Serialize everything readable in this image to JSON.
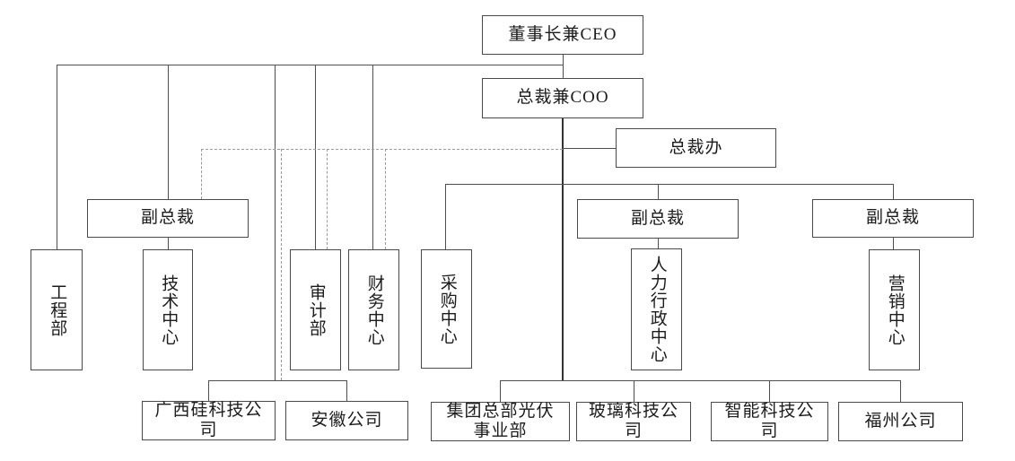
{
  "nodes": {
    "ceo": {
      "label": "董事长兼CEO"
    },
    "coo": {
      "label": "总裁兼COO"
    },
    "office": {
      "label": "总裁办"
    },
    "vp1": {
      "label": "副总裁"
    },
    "vp2": {
      "label": "副总裁"
    },
    "vp3": {
      "label": "副总裁"
    },
    "eng": {
      "label": "工程部"
    },
    "tech": {
      "label": "技术中心"
    },
    "audit": {
      "label": "审计部"
    },
    "finance": {
      "label": "财务中心"
    },
    "procure": {
      "label": "采购中心"
    },
    "hr": {
      "label": "人力行政中心"
    },
    "marketing": {
      "label": "营销中心"
    },
    "guangxi": {
      "label": "广西硅科技公司"
    },
    "anhui": {
      "label": "安徽公司"
    },
    "pv": {
      "label": "集团总部光伏事业部"
    },
    "glass": {
      "label": "玻璃科技公司"
    },
    "smart": {
      "label": "智能科技公司"
    },
    "fuzhou": {
      "label": "福州公司"
    }
  },
  "colors": {
    "background": "#ffffff",
    "box_border": "#4a4a4a",
    "solid_line": "#4f4f4f",
    "dashed_line": "#9a9a9a",
    "text": "#1c1c1c"
  }
}
